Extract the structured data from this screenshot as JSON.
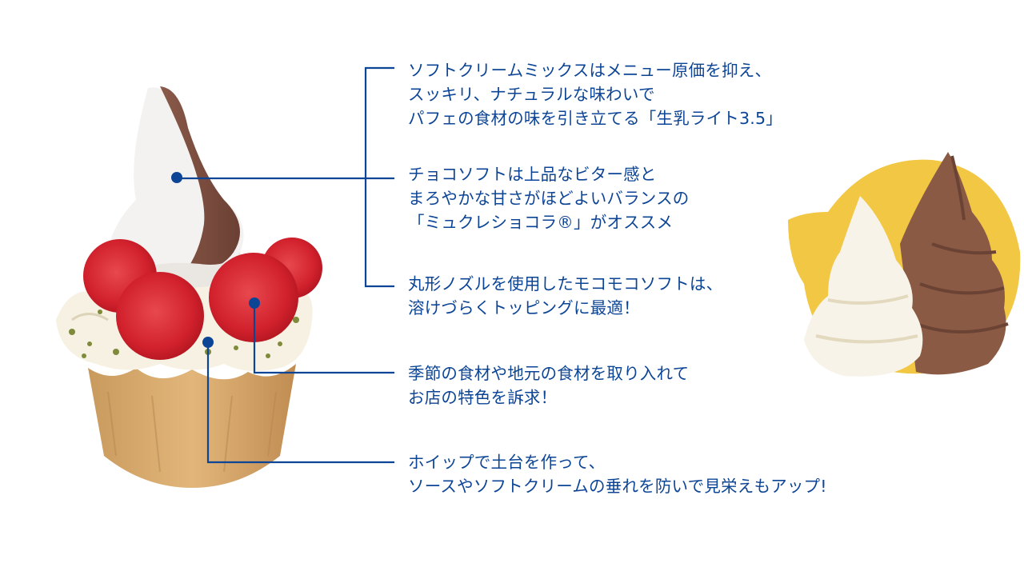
{
  "colors": {
    "accent_blue": "#0d4596",
    "circle_yellow": "#f2c744",
    "background": "#ffffff"
  },
  "images": {
    "main_product": "strawberry-chocolate-soft-cream-parfait-photo",
    "secondary_product": "vanilla-and-chocolate-soft-cream-in-yellow-circle"
  },
  "callouts": [
    {
      "id": "soft-cream-mix",
      "lines": [
        "ソフトクリームミックスはメニュー原価を抑え、",
        "スッキリ、ナチュラルな味わいで",
        "パフェの食材の味を引き立てる「生乳ライト3.5」"
      ]
    },
    {
      "id": "choco-soft",
      "lines": [
        "チョコソフトは上品なビター感と",
        "まろやかな甘さがほどよいバランスの",
        "「ミュクレショコラ®」がオススメ"
      ]
    },
    {
      "id": "round-nozzle",
      "lines": [
        "丸形ノズルを使用したモコモコソフトは、",
        "溶けづらくトッピングに最適！"
      ]
    },
    {
      "id": "seasonal-ingredients",
      "lines": [
        "季節の食材や地元の食材を取り入れて",
        "お店の特色を訴求！"
      ]
    },
    {
      "id": "whip-base",
      "lines": [
        "ホイップで土台を作って、",
        "ソースやソフトクリームの垂れを防いで見栄えもアップ!"
      ]
    }
  ]
}
